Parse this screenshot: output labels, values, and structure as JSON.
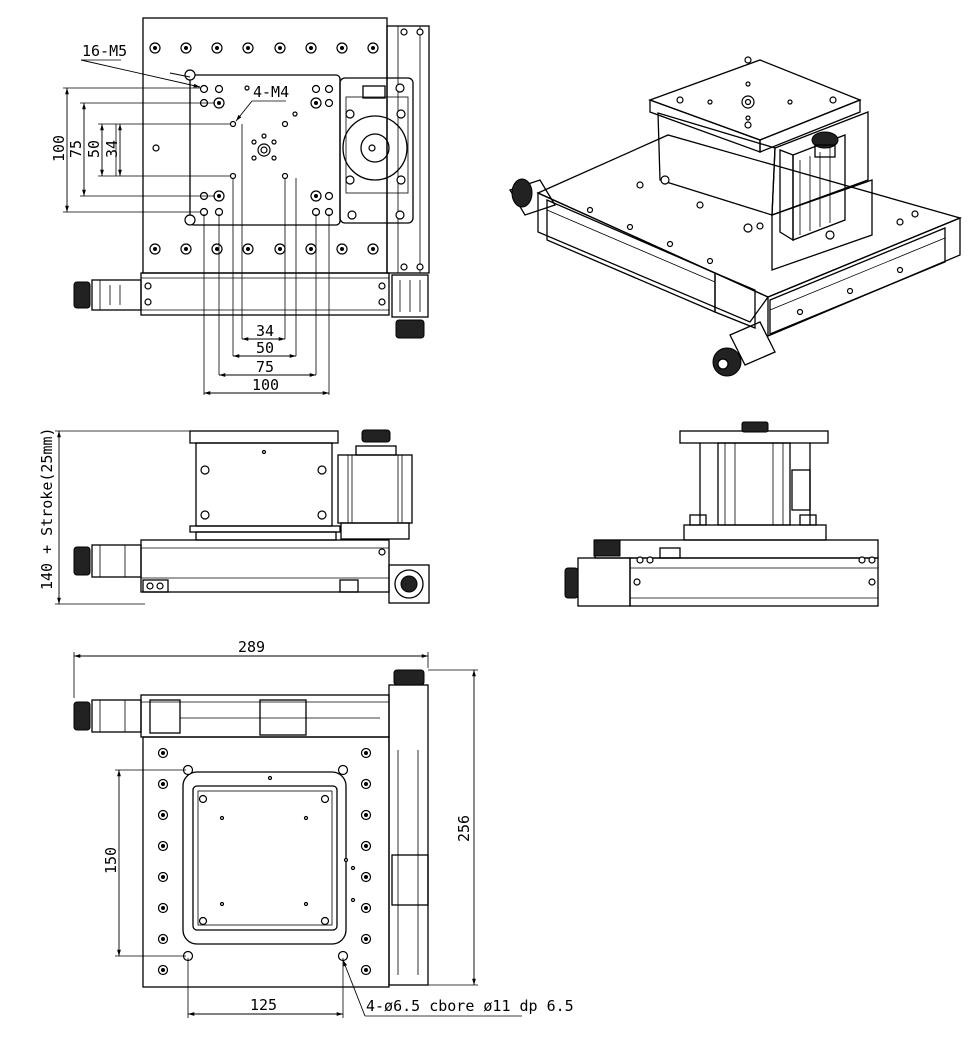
{
  "top_view": {
    "label_m5": "16-M5",
    "label_m4": "4-M4",
    "vertical_dims": [
      "100",
      "75",
      "50",
      "34"
    ],
    "horizontal_dims": [
      "34",
      "50",
      "75",
      "100"
    ]
  },
  "side_view": {
    "height_label": "140 + Stroke(25mm)"
  },
  "bottom_view": {
    "width_label": "289",
    "height_label": "256",
    "hole_spacing_v": "150",
    "hole_spacing_h": "125",
    "cbore_note": "4-ø6.5 cbore ø11 dp 6.5"
  }
}
